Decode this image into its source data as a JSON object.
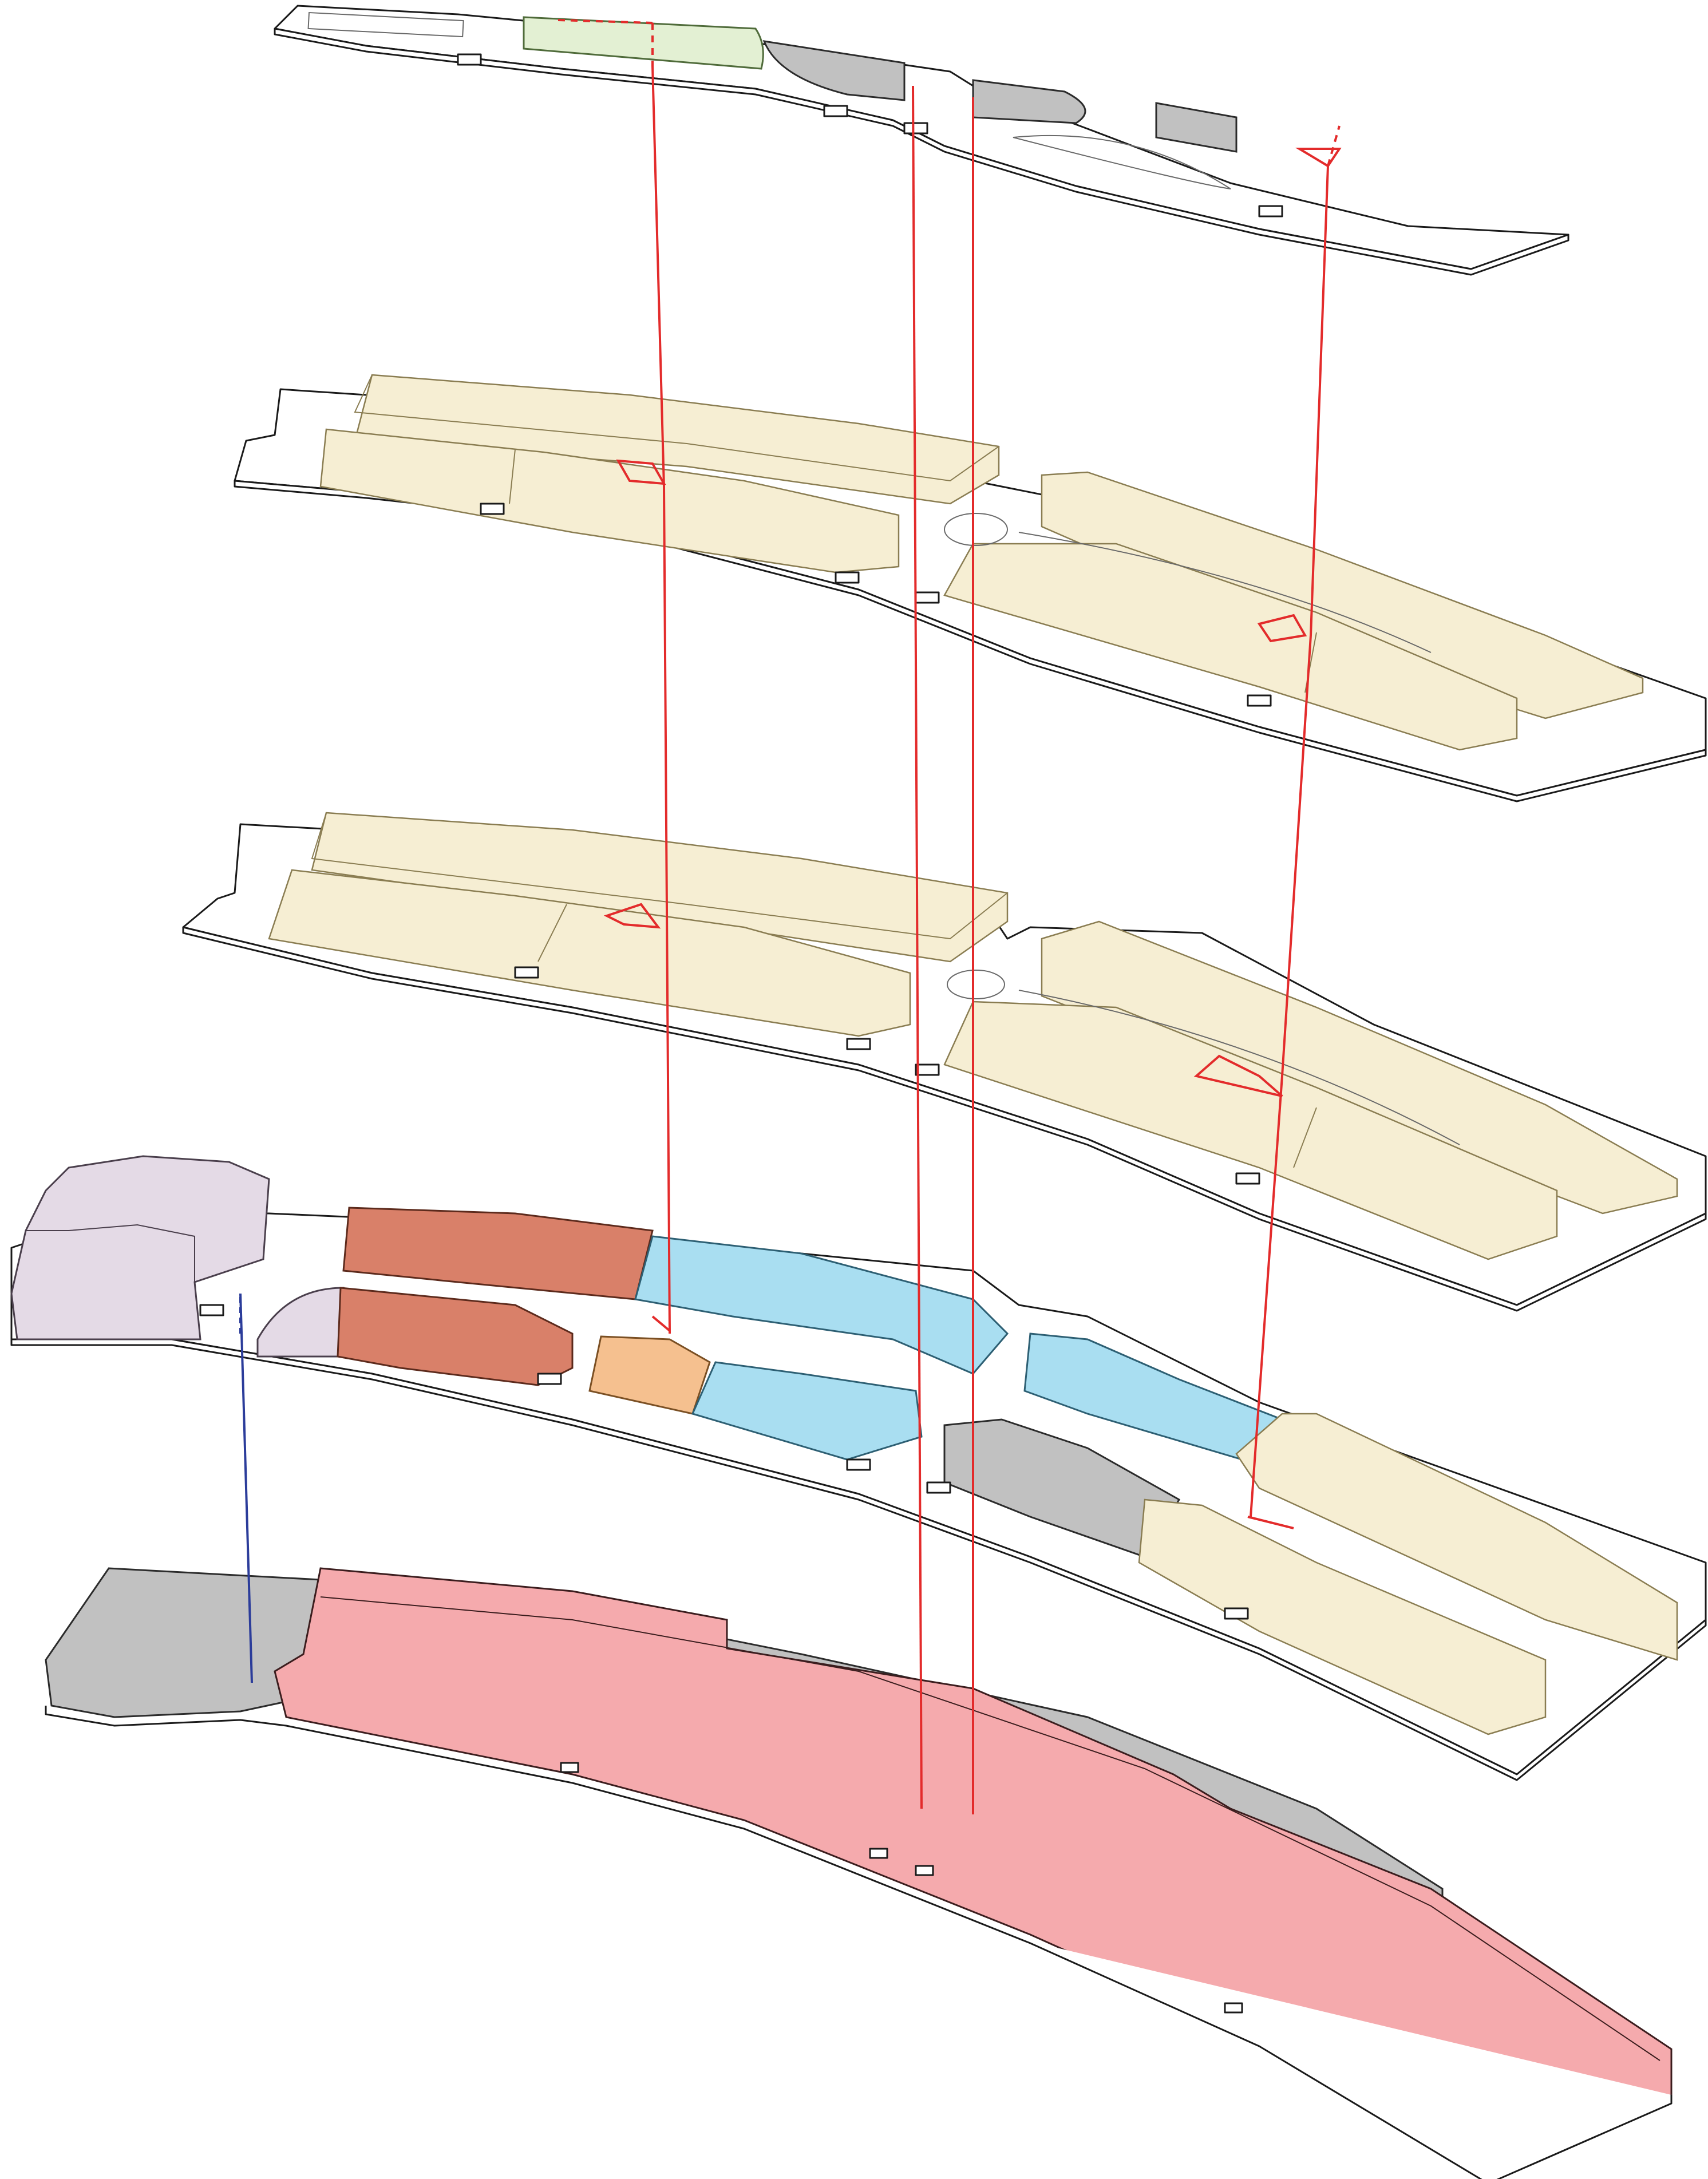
{
  "colors": {
    "residential": "#f6eed3",
    "residential_stroke": "#8a7d52",
    "retail_red": "#d98069",
    "retail_red_stroke": "#5c2a1c",
    "blue": "#a9def1",
    "blue_stroke": "#2d5f73",
    "orange": "#f5c08f",
    "orange_stroke": "#7a4f23",
    "purple": "#e4dae6",
    "purple_stroke": "#4a3f4c",
    "green": "#e3f0d3",
    "green_stroke": "#4f6b3a",
    "gray": "#c1c1c1",
    "gray_stroke": "#2b2b2b",
    "parking_pink": "#f5aaad",
    "parking_pink_stroke": "#3b1d1e",
    "core_red": "#e32b2b",
    "core_blue": "#2b3c9a",
    "slab_white": "#ffffff",
    "outline": "#1a1a1a"
  },
  "levels": [
    "roof",
    "upper-residential",
    "lower-residential",
    "ground",
    "parking"
  ]
}
